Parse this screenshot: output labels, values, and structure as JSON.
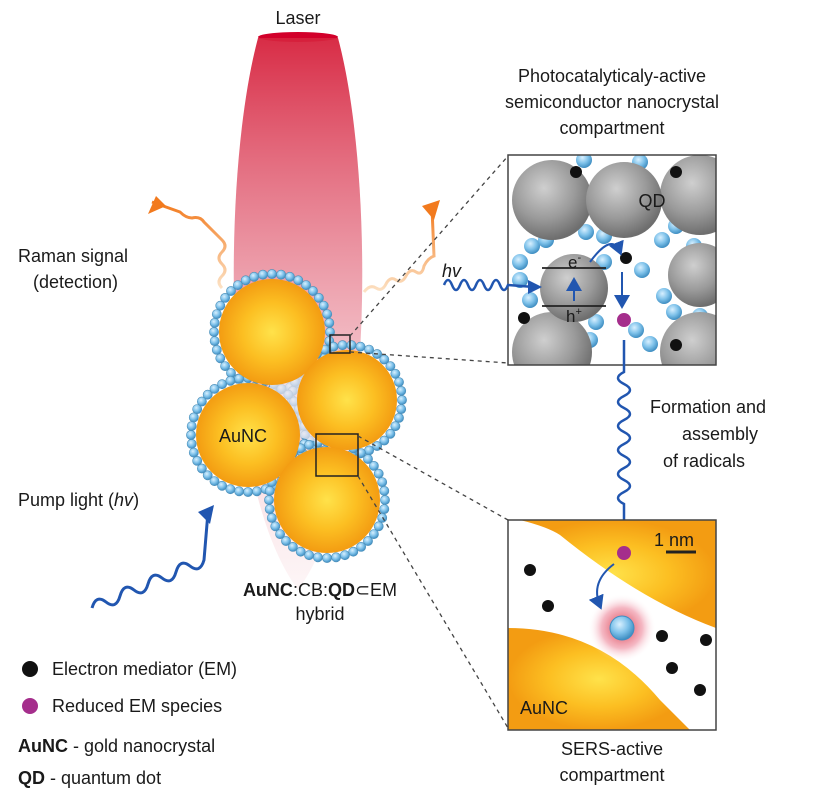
{
  "labels": {
    "laser": "Laser",
    "raman_line1": "Raman signal",
    "raman_line2": "(detection)",
    "pump_prefix": "Pump light (",
    "pump_hv": "hv",
    "pump_suffix": ")",
    "aunc_particle": "AuNC",
    "hybrid_b1": "AuNC",
    "hybrid_r1": ":CB:",
    "hybrid_b2": "QD",
    "hybrid_r2": "⊂EM",
    "hybrid_line2": "hybrid",
    "photo_title_1": "Photocatalyticaly-active",
    "photo_title_2": "semiconductor nanocrystal",
    "photo_title_3": "compartment",
    "qd": "QD",
    "hv_top": "hv",
    "electron": "e",
    "electron_sup": "-",
    "hole": "h",
    "hole_sup": "+",
    "formation_1": "Formation and",
    "formation_2": "assembly",
    "formation_3": "of radicals",
    "scale": "1 nm",
    "aunc_sers": "AuNC",
    "sers_title_1": "SERS-active",
    "sers_title_2": "compartment"
  },
  "legend": {
    "em": "Electron mediator (EM)",
    "reduced": "Reduced EM species",
    "aunc_key": "AuNC",
    "aunc_desc": " - gold nanocrystal",
    "qd_key": "QD",
    "qd_desc": " - quantum dot"
  },
  "colors": {
    "gold": "#fba71c",
    "gold_light": "#ffd64a",
    "cb_blue": "#6aaed6",
    "qd_gray": "#8a8a8a",
    "wave_blue": "#2156b0",
    "wave_orange": "#f27a1e",
    "em_black": "#111111",
    "reduced_purple": "#a52e8c",
    "laser_red": "#d2002a"
  }
}
